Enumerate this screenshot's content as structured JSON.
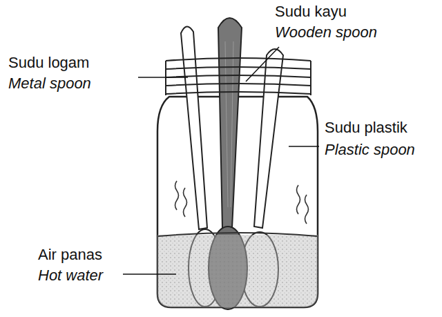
{
  "diagram": {
    "labels": [
      "Sudu logam",
      "Metal spoon",
      "Sudu kayu",
      "Wooden spoon",
      "Sudu plastik",
      "Plastic spoon",
      "Air panas",
      "Hot water"
    ]
  }
}
